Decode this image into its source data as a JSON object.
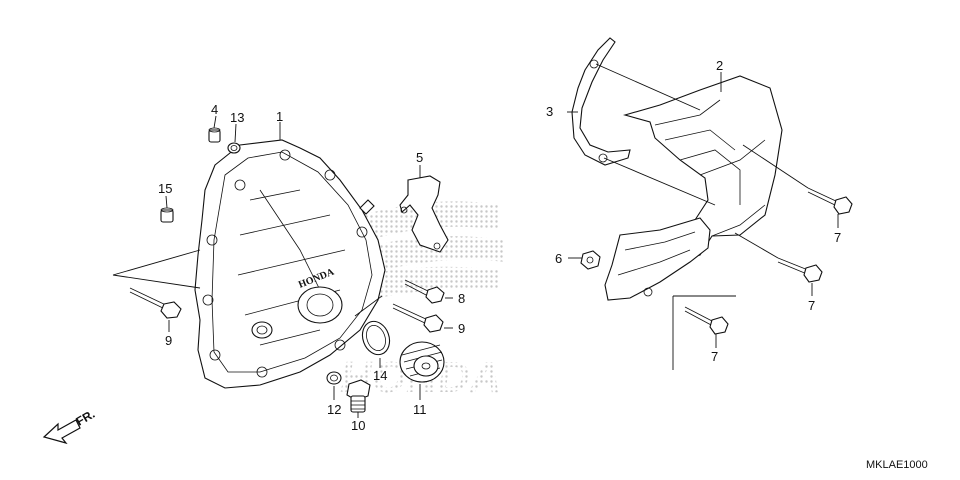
{
  "callouts": {
    "p1": "1",
    "p2": "2",
    "p3": "3",
    "p4": "4",
    "p5": "5",
    "p6": "6",
    "p7a": "7",
    "p7b": "7",
    "p7c": "7",
    "p8": "8",
    "p9a": "9",
    "p9b": "9",
    "p10": "10",
    "p11": "11",
    "p12": "12",
    "p13": "13",
    "p14": "14",
    "p15": "15"
  },
  "cover_logo": "HONDA",
  "watermark_logo": "HONDA",
  "front_arrow": "FR.",
  "diagram_code": "MKLAE1000"
}
